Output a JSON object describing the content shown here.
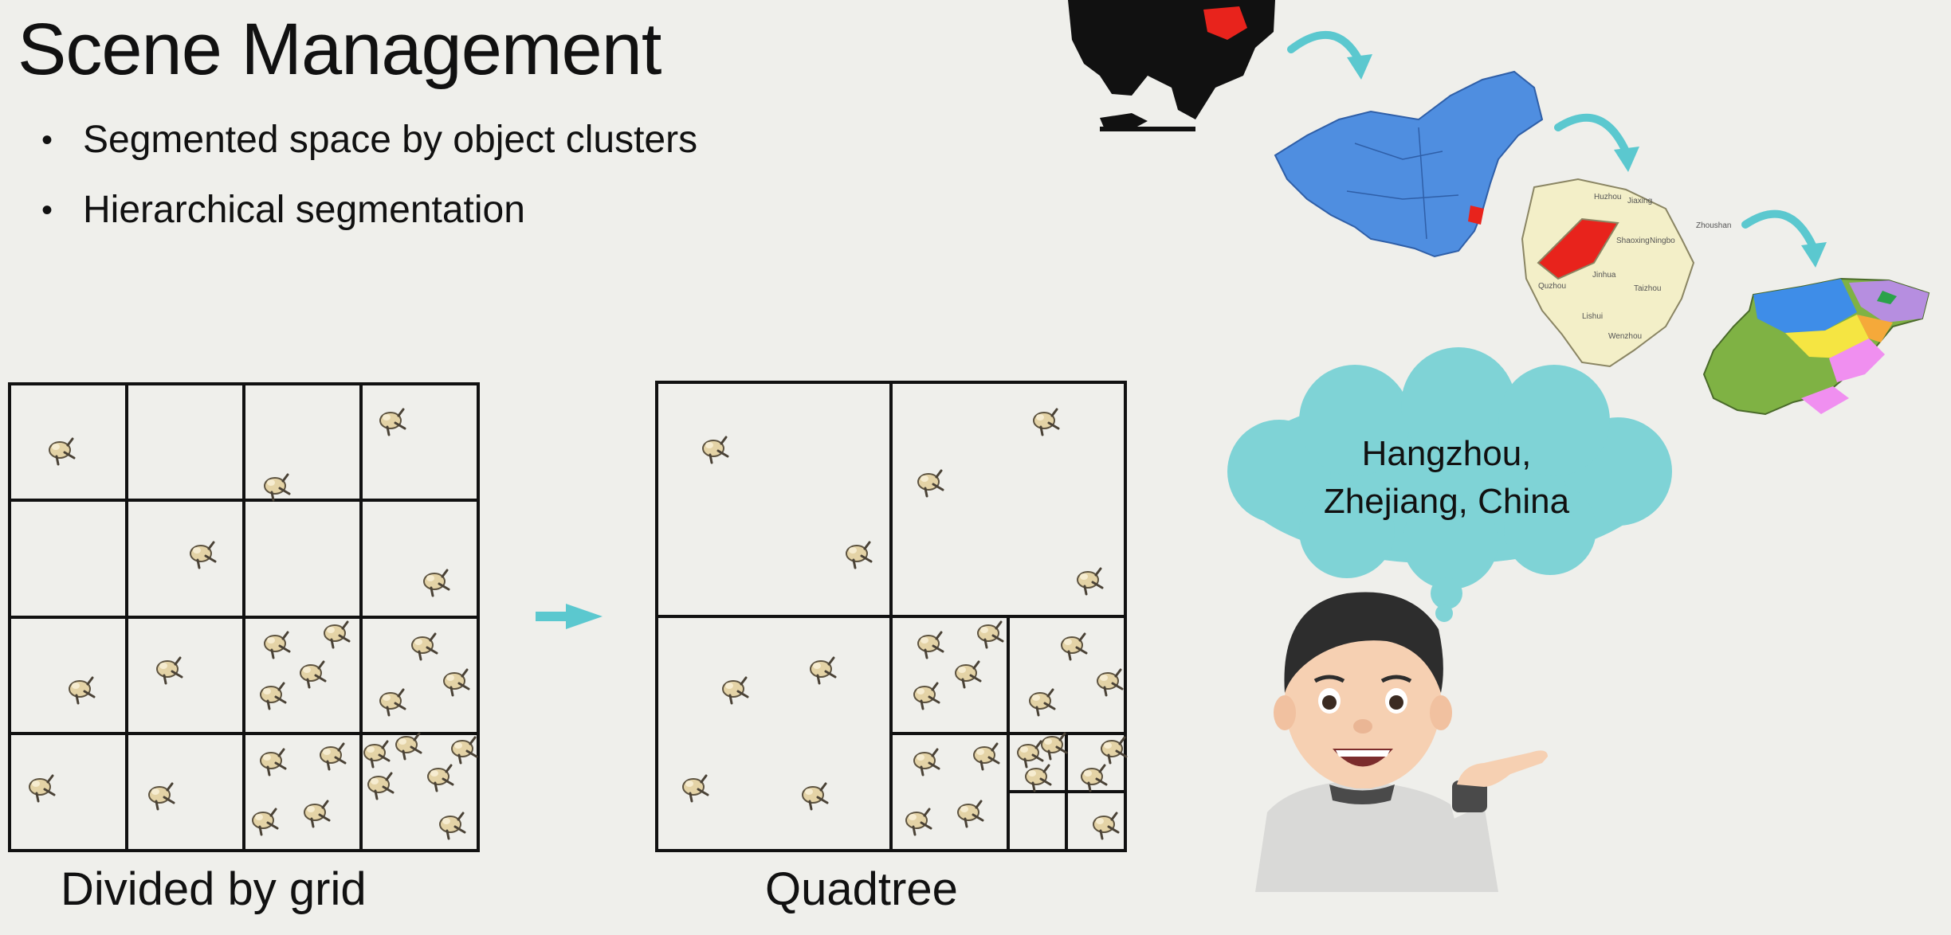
{
  "slide": {
    "title": "Scene Management",
    "bullets": [
      "Segmented space by object clusters",
      "Hierarchical segmentation"
    ]
  },
  "diagram": {
    "grid_caption": "Divided by grid",
    "quadtree_caption": "Quadtree",
    "speech_line1": "Hangzhou,",
    "speech_line2": "Zhejiang, China"
  },
  "map_labels": [
    "Huzhou",
    "Jiaxing",
    "Shaoxing",
    "Ningbo",
    "Zhoushan",
    "Jinhua",
    "Quzhou",
    "Taizhou",
    "Lishui",
    "Wenzhou"
  ],
  "colors": {
    "background": "#efefeb",
    "arrow": "#5bc8cf",
    "speech_bubble": "#7fd3d6",
    "china_map": "#4f8ee0",
    "highlight": "#e8231c",
    "zhejiang_map": "#f3efc8"
  }
}
